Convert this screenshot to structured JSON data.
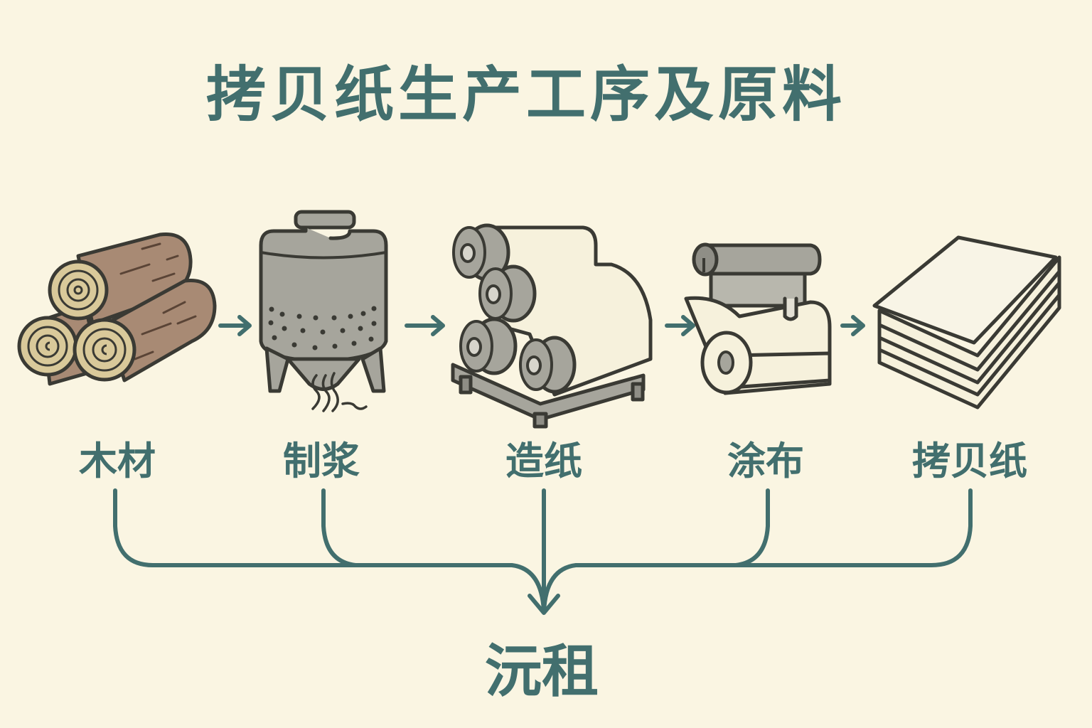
{
  "title": "拷贝纸生产工序及原料",
  "steps": [
    {
      "label": "木材",
      "icon": "logs-icon"
    },
    {
      "label": "制浆",
      "icon": "pulping-tank-icon"
    },
    {
      "label": "造纸",
      "icon": "paper-rollers-icon"
    },
    {
      "label": "涂布",
      "icon": "coating-roller-icon"
    },
    {
      "label": "拷贝纸",
      "icon": "paper-stack-icon"
    }
  ],
  "bottom_label": "沅租",
  "colors": {
    "background": "#faf5e2",
    "accent": "#426f6e",
    "wood_bark": "#a88a74",
    "wood_end": "#d9c99a",
    "metal_gray": "#a6a59c",
    "paper": "#f6f1dc",
    "outline": "#3a3a34"
  }
}
